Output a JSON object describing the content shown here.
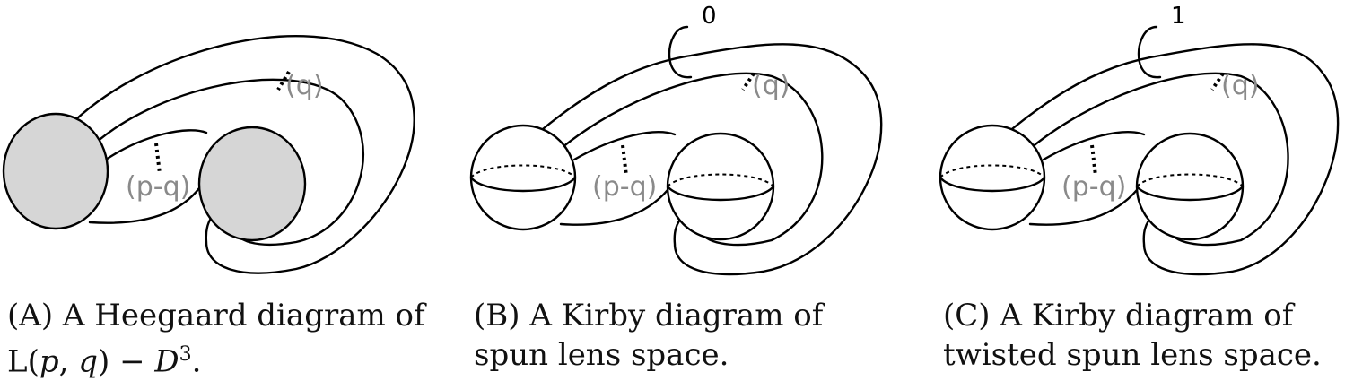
{
  "panels": [
    {
      "id": "a",
      "labels": {
        "strand_count_top": "(q)",
        "strand_count_mid": "(p-q)"
      },
      "caption": {
        "tag": "(A)",
        "line1": "A Heegaard diagram of",
        "line2_prefix": "L(",
        "line2_p": "p",
        "line2_sep": ", ",
        "line2_q": "q",
        "line2_mid": ") − ",
        "line2_D": "D",
        "line2_exp": "3",
        "line2_end": "."
      }
    },
    {
      "id": "b",
      "labels": {
        "framing": "0",
        "strand_count_top": "(q)",
        "strand_count_mid": "(p-q)"
      },
      "caption": {
        "tag": "(B)",
        "line1": "A Kirby diagram of",
        "line2": "spun lens space."
      }
    },
    {
      "id": "c",
      "labels": {
        "framing": "1",
        "strand_count_top": "(q)",
        "strand_count_mid": "(p-q)"
      },
      "caption": {
        "tag": "(C)",
        "line1": "A Kirby diagram of",
        "line2": "twisted spun lens space."
      }
    }
  ],
  "colors": {
    "label_gray": "#8a8a8a",
    "ball_fill": "#d6d6d6",
    "stroke": "#000000"
  }
}
